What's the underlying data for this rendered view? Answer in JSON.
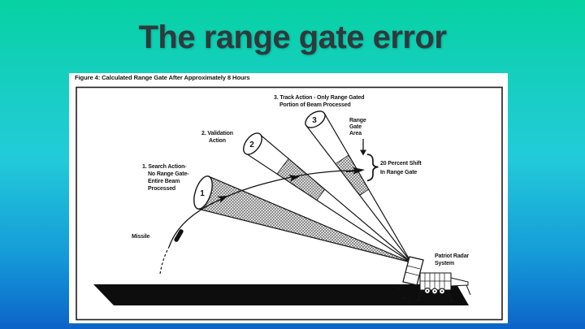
{
  "slide": {
    "title": "The range gate error",
    "colors": {
      "background_top": "#06d2a2",
      "background_middle": "#22cbd9",
      "background_bottom": "#0c63c8",
      "title_text": "#2e3a3c",
      "figure_paper": "#ffffff",
      "figure_ink": "#151515"
    }
  },
  "figure": {
    "caption": "Figure 4: Calculated Range Gate After Approximately 8 Hours",
    "beams": [
      {
        "number": "1",
        "label_lines": [
          "1. Search Action-",
          "No Range Gate-",
          "Entire Beam",
          "Processed"
        ]
      },
      {
        "number": "2",
        "label_lines": [
          "2. Validation",
          "Action"
        ]
      },
      {
        "number": "3",
        "label_lines": [
          "3. Track Action - Only Range Gated",
          "Portion of Beam Processed"
        ]
      }
    ],
    "annotations": {
      "range_gate_area_lines": [
        "Range",
        "Gate",
        "Area"
      ],
      "shift_lines": [
        "20 Percent Shift",
        "In Range Gate"
      ],
      "missile": "Missile",
      "radar_lines": [
        "Patriot Radar",
        "System"
      ]
    }
  }
}
